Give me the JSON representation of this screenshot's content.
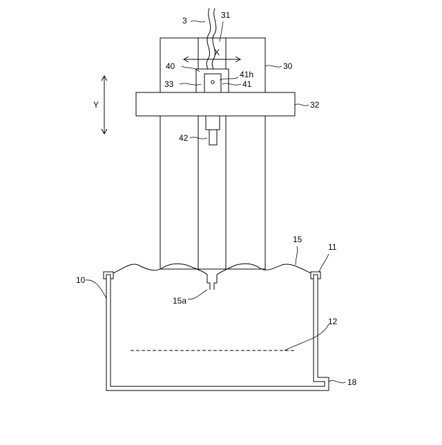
{
  "labels": {
    "l3": "3",
    "l31": "31",
    "lX": "X",
    "l40": "40",
    "l30": "30",
    "l41h": "41h",
    "l33": "33",
    "l41": "41",
    "lY": "Y",
    "l32": "32",
    "l42": "42",
    "l15": "15",
    "l11": "11",
    "l10": "10",
    "l15a": "15a",
    "l12": "12",
    "l18": "18"
  }
}
